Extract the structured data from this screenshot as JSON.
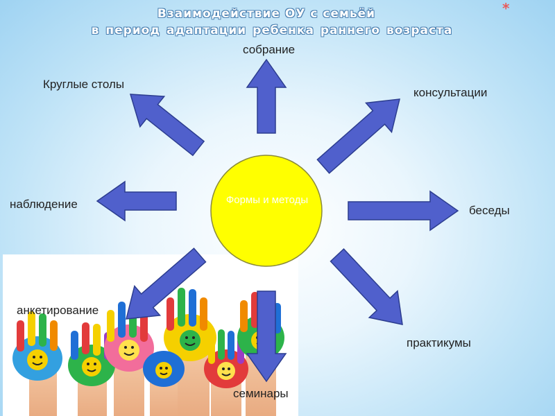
{
  "title": {
    "line1": "Взаимодействие  ОУ с семьёй",
    "line2": "в период адаптации ребенка          раннего возраста"
  },
  "star": "*",
  "center": {
    "label": "Формы и методы"
  },
  "branches": [
    "собрание",
    "консультации",
    "беседы",
    "практикумы",
    "семинары",
    "анкетирование",
    "наблюдение",
    "Круглые столы"
  ],
  "colors": {
    "arrow": "#5060cc",
    "arrow_outline": "#2c3d8f",
    "sun": "#ffff00",
    "background": "#bfe3f7"
  },
  "image": {
    "subject": "children's hands painted with colorful smiley faces"
  }
}
